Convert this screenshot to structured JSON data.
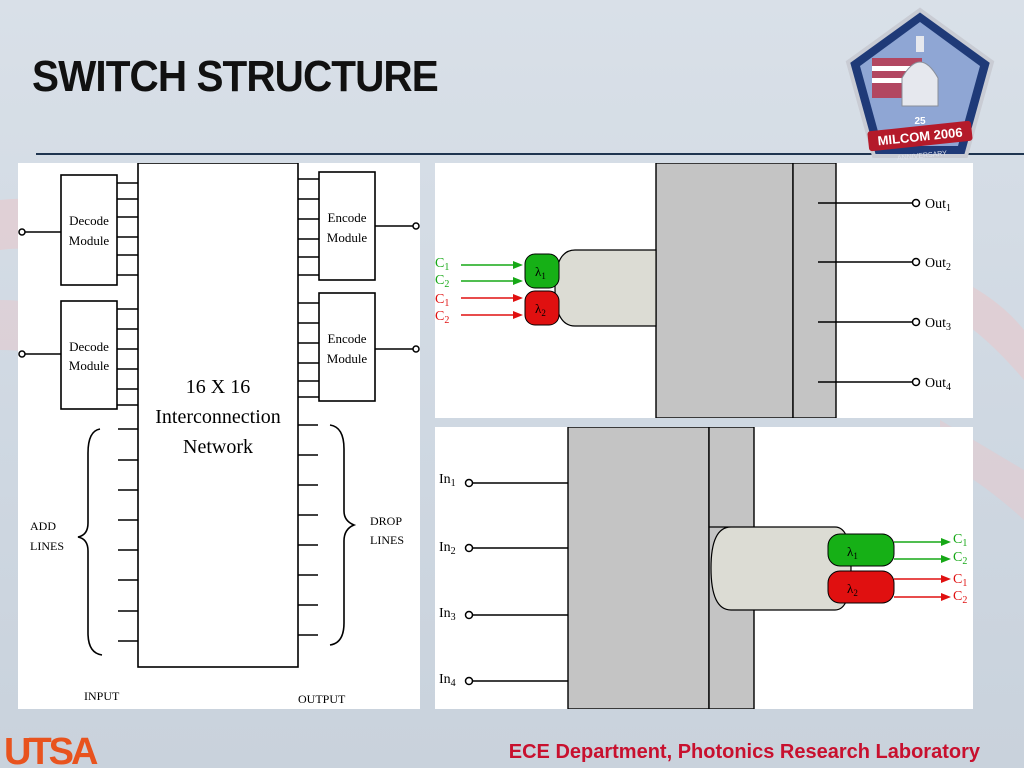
{
  "slide": {
    "title": "SWITCH STRUCTURE",
    "footer": "ECE Department, Photonics Research Laboratory",
    "logo_text": "UTSA",
    "badge_text": "MILCOM 2006",
    "badge_sub": "ANNIVERSARY",
    "badge_num": "25"
  },
  "left_diagram": {
    "decode_label_1": "Decode",
    "decode_label_2": "Module",
    "encode_label_1": "Encode",
    "encode_label_2": "Module",
    "network_line1": "16 X 16",
    "network_line2": "Interconnection",
    "network_line3": "Network",
    "add_line1": "ADD",
    "add_line2": "LINES",
    "drop_line1": "DROP",
    "drop_line2": "LINES",
    "input_label": "INPUT",
    "output_label": "OUTPUT"
  },
  "top_right": {
    "inputs": [
      {
        "label": "C",
        "sub": "1",
        "color": "#16a816"
      },
      {
        "label": "C",
        "sub": "2",
        "color": "#16a816"
      },
      {
        "label": "C",
        "sub": "1",
        "color": "#e01010"
      },
      {
        "label": "C",
        "sub": "2",
        "color": "#e01010"
      }
    ],
    "fibers": [
      {
        "label": "λ",
        "sub": "1",
        "color": "#16b016"
      },
      {
        "label": "λ",
        "sub": "2",
        "color": "#e01010"
      }
    ],
    "outputs": [
      {
        "label": "Out",
        "sub": "1"
      },
      {
        "label": "Out",
        "sub": "2"
      },
      {
        "label": "Out",
        "sub": "3"
      },
      {
        "label": "Out",
        "sub": "4"
      }
    ]
  },
  "bottom_right": {
    "inputs": [
      {
        "label": "In",
        "sub": "1"
      },
      {
        "label": "In",
        "sub": "2"
      },
      {
        "label": "In",
        "sub": "3"
      },
      {
        "label": "In",
        "sub": "4"
      }
    ],
    "fibers": [
      {
        "label": "λ",
        "sub": "1",
        "color": "#16b016"
      },
      {
        "label": "λ",
        "sub": "2",
        "color": "#e01010"
      }
    ],
    "outputs": [
      {
        "label": "C",
        "sub": "1",
        "color": "#16a816"
      },
      {
        "label": "C",
        "sub": "2",
        "color": "#16a816"
      },
      {
        "label": "C",
        "sub": "1",
        "color": "#e01010"
      },
      {
        "label": "C",
        "sub": "2",
        "color": "#e01010"
      }
    ]
  }
}
